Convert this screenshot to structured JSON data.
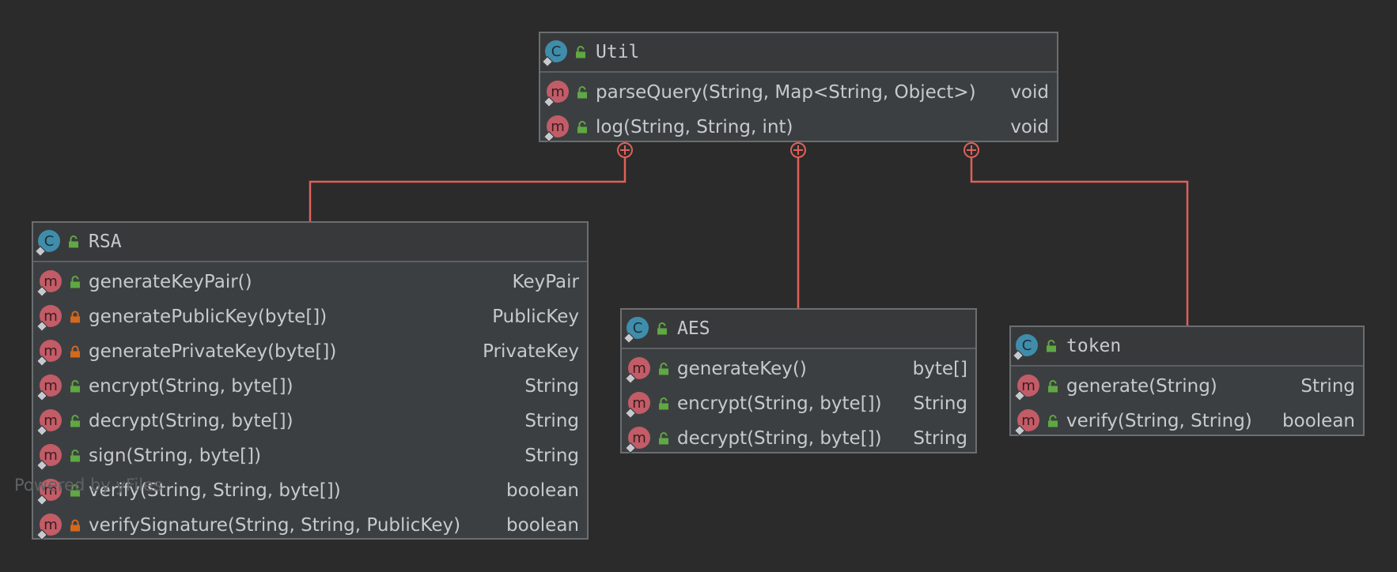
{
  "diagram": {
    "classes": [
      {
        "id": "util",
        "name": "Util",
        "visibility": "public",
        "methods": [
          {
            "signature": "parseQuery(String, Map<String, Object>)",
            "returns": "void",
            "visibility": "public"
          },
          {
            "signature": "log(String, String, int)",
            "returns": "void",
            "visibility": "public"
          }
        ]
      },
      {
        "id": "rsa",
        "name": "RSA",
        "visibility": "public",
        "methods": [
          {
            "signature": "generateKeyPair()",
            "returns": "KeyPair",
            "visibility": "public"
          },
          {
            "signature": "generatePublicKey(byte[])",
            "returns": "PublicKey",
            "visibility": "private"
          },
          {
            "signature": "generatePrivateKey(byte[])",
            "returns": "PrivateKey",
            "visibility": "private"
          },
          {
            "signature": "encrypt(String, byte[])",
            "returns": "String",
            "visibility": "public"
          },
          {
            "signature": "decrypt(String, byte[])",
            "returns": "String",
            "visibility": "public"
          },
          {
            "signature": "sign(String, byte[])",
            "returns": "String",
            "visibility": "public"
          },
          {
            "signature": "verify(String, String, byte[])",
            "returns": "boolean",
            "visibility": "public"
          },
          {
            "signature": "verifySignature(String, String, PublicKey)",
            "returns": "boolean",
            "visibility": "private"
          }
        ]
      },
      {
        "id": "aes",
        "name": "AES",
        "visibility": "public",
        "methods": [
          {
            "signature": "generateKey()",
            "returns": "byte[]",
            "visibility": "public"
          },
          {
            "signature": "encrypt(String, byte[])",
            "returns": "String",
            "visibility": "public"
          },
          {
            "signature": "decrypt(String, byte[])",
            "returns": "String",
            "visibility": "public"
          }
        ]
      },
      {
        "id": "token",
        "name": "token",
        "visibility": "public",
        "methods": [
          {
            "signature": "generate(String)",
            "returns": "String",
            "visibility": "public"
          },
          {
            "signature": "verify(String, String)",
            "returns": "boolean",
            "visibility": "public"
          }
        ]
      }
    ],
    "relations": [
      {
        "from": "util",
        "to": "rsa",
        "type": "inner-class"
      },
      {
        "from": "util",
        "to": "aes",
        "type": "inner-class"
      },
      {
        "from": "util",
        "to": "token",
        "type": "inner-class"
      }
    ],
    "icons": {
      "class_badge": "C",
      "method_badge": "m",
      "class_color": "#3f8dab",
      "method_color": "#c25c67",
      "public_color": "#5fa843",
      "private_color": "#d2691e",
      "connector_color": "#e0605a"
    }
  },
  "watermark": "Powered by yFiles"
}
